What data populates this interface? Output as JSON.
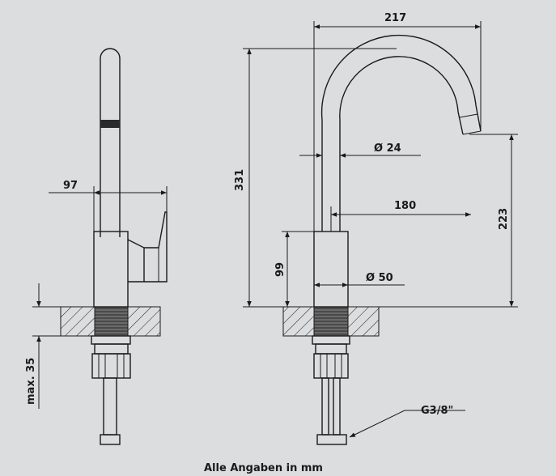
{
  "dimensions": {
    "d97": "97",
    "d217": "217",
    "d331": "331",
    "d24": "Ø 24",
    "d180": "180",
    "d223": "223",
    "d99": "99",
    "d50": "Ø 50",
    "dmax35": "max. 35",
    "thread": "G3/8\""
  },
  "caption": "Alle Angaben in mm"
}
